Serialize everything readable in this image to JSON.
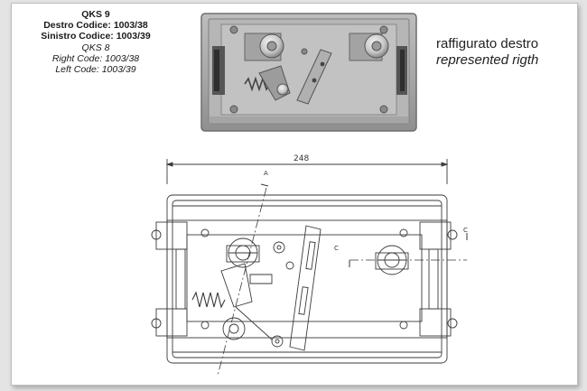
{
  "spec": {
    "model_bold": "QKS 9",
    "right_code_it": "Destro Codice: 1003/38",
    "left_code_it": "Sinistro Codice: 1003/39",
    "model_italic": "QKS 8",
    "right_code_en": "Right Code: 1003/38",
    "left_code_en": "Left Code: 1003/39"
  },
  "caption": {
    "line1": "raffigurato destro",
    "line2": "represented rigth"
  },
  "drawing": {
    "dimension": "248",
    "section_a": "A",
    "section_c_left": "C",
    "section_c_right": "C"
  }
}
